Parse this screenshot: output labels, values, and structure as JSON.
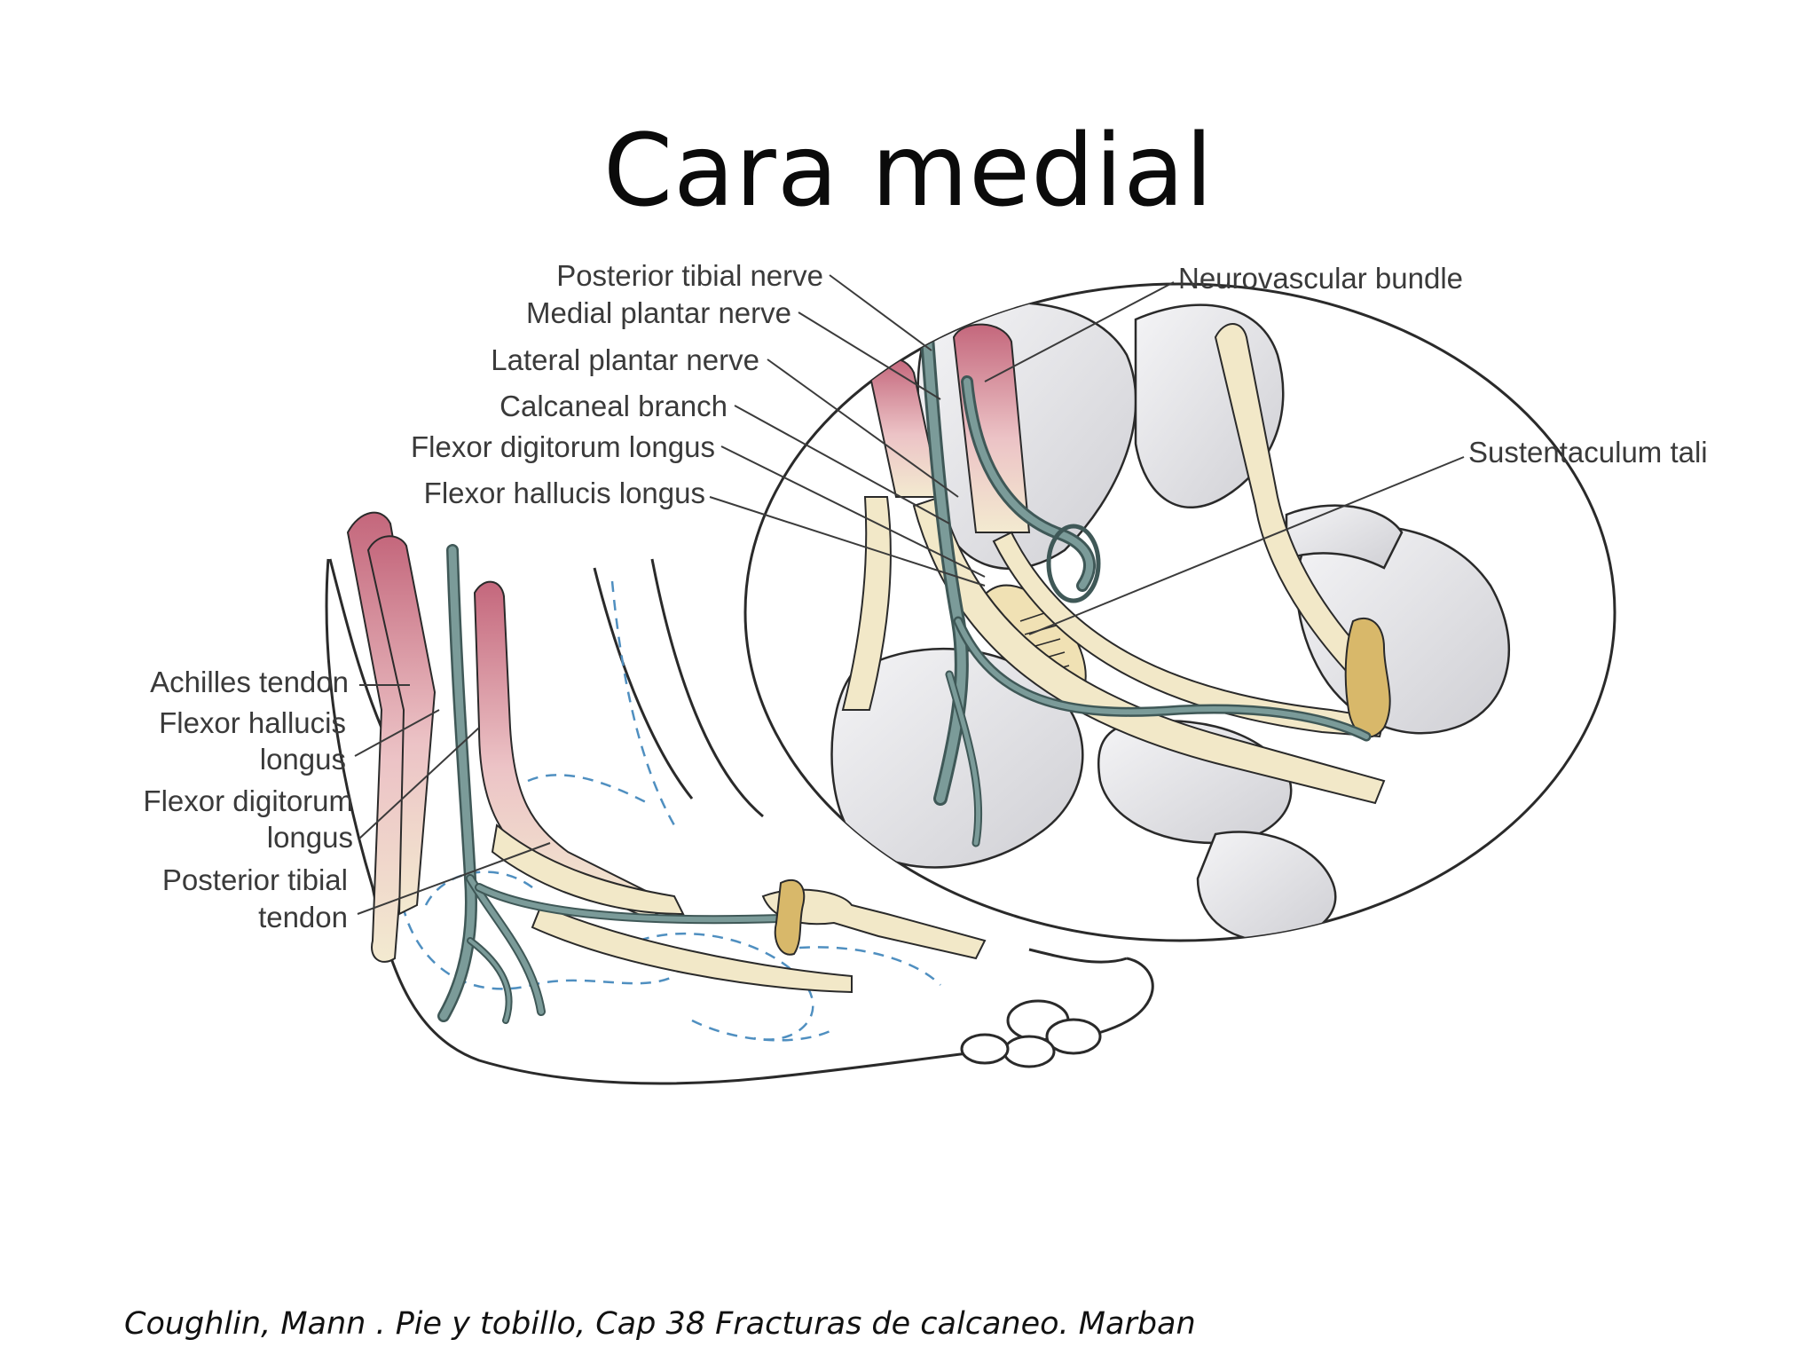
{
  "slide": {
    "title": "Cara medial",
    "citation": "Coughlin, Mann . Pie y tobillo, Cap 38 Fracturas de calcaneo. Marban"
  },
  "labels": {
    "posterior_tibial_nerve": "Posterior tibial nerve",
    "medial_plantar_nerve": "Medial plantar nerve",
    "lateral_plantar_nerve": "Lateral plantar nerve",
    "calcaneal_branch": "Calcaneal branch",
    "flexor_digitorum_longus_top": "Flexor digitorum longus",
    "flexor_hallucis_longus_top": "Flexor hallucis longus",
    "neurovascular_bundle": "Neurovascular bundle",
    "sustentaculum_tali": "Sustentaculum tali",
    "achilles_tendon": "Achilles tendon",
    "flexor_hallucis_l1": "Flexor hallucis",
    "flexor_hallucis_l2": "longus",
    "flexor_digitorum_l1": "Flexor digitorum",
    "flexor_digitorum_l2": "longus",
    "posterior_tibial_l1": "Posterior tibial",
    "posterior_tibial_l2": "tendon"
  },
  "colors": {
    "nerve": "#6f8f8e",
    "nerve_outline": "#3f5857",
    "tendon": "#f2e8c8",
    "muscle": "#c86f83",
    "bone": "#e3e3e6",
    "fat_pad": "#d8b86a",
    "dashed_outline": "#4f8fc0"
  }
}
